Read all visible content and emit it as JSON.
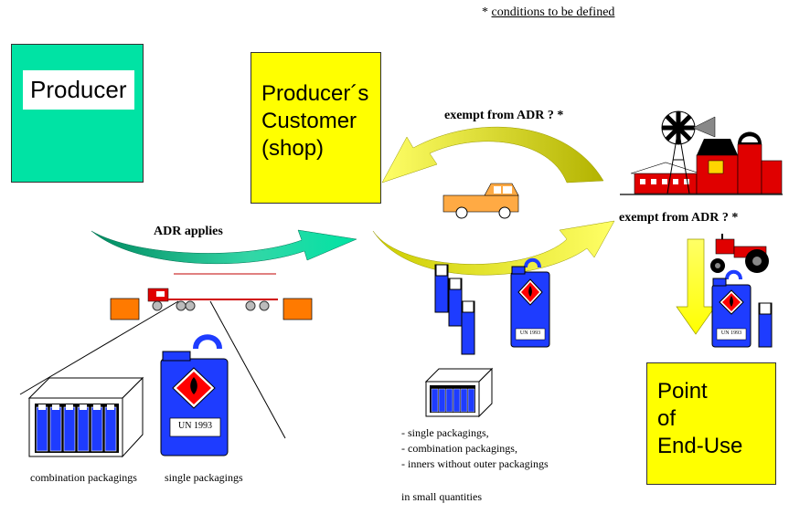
{
  "note": {
    "star": "* ",
    "text": "conditions to be defined"
  },
  "producer": {
    "label": "Producer"
  },
  "shop": {
    "line1": "Producer´s",
    "line2": "Customer",
    "line3": "(shop)"
  },
  "enduse": {
    "line1": "Point",
    "line2": "of",
    "line3": "End-Use"
  },
  "labels": {
    "exempt_top": "exempt from ADR ? *",
    "exempt_right": "exempt from ADR ? *",
    "adr_applies": "ADR applies",
    "combination": "combination packagings",
    "single": "single packagings",
    "un_large": "UN 1993",
    "un_small_1": "UN 1993",
    "un_small_2": "UN 1993",
    "small_quantities": "in small quantities"
  },
  "list_items": [
    "- single packagings,",
    "- combination packagings,",
    "- inners without outer packagings"
  ],
  "colors": {
    "producer": "#00e3a4",
    "shop": "#ffff00",
    "arrow_yellow": "#ffff33",
    "arrow_teal": "#00a878",
    "blue": "#1e3cff",
    "orange": "#ff7a00"
  }
}
